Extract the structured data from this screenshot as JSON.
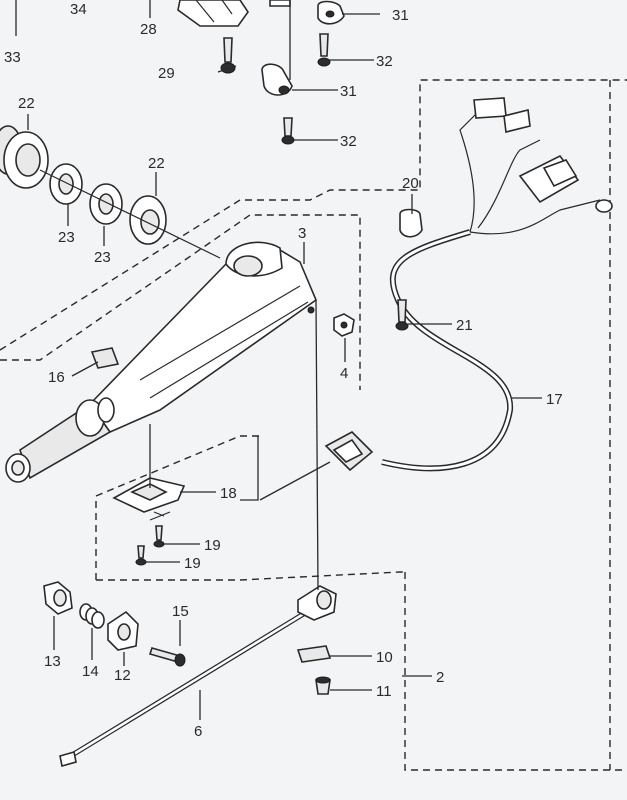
{
  "diagram": {
    "callouts": {
      "c33": "33",
      "c34": "34",
      "c28": "28",
      "c29": "29",
      "c31a": "31",
      "c32a": "32",
      "c31b": "31",
      "c32b": "32",
      "c22a": "22",
      "c22b": "22",
      "c23a": "23",
      "c23b": "23",
      "c3": "3",
      "c20": "20",
      "c21": "21",
      "c4": "4",
      "c16": "16",
      "c17": "17",
      "c18": "18",
      "c19a": "19",
      "c19b": "19",
      "c15": "15",
      "c13": "13",
      "c14": "14",
      "c12": "12",
      "c10": "10",
      "c11": "11",
      "c2": "2",
      "c6": "6"
    }
  }
}
